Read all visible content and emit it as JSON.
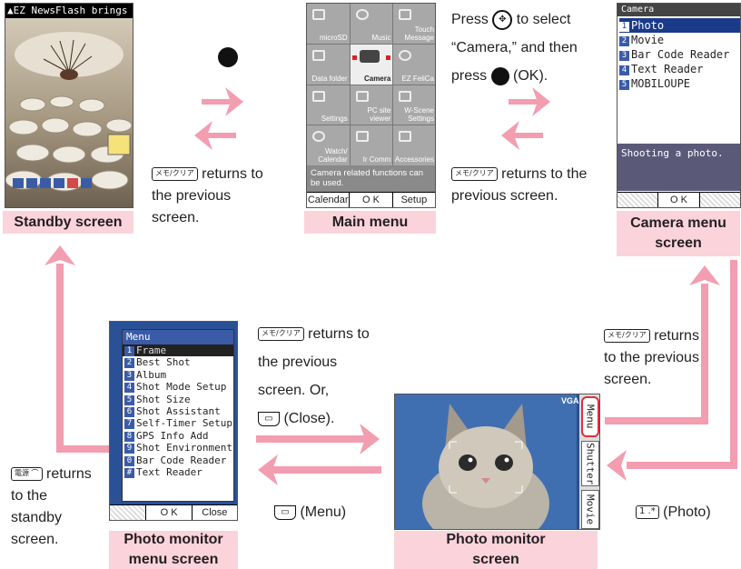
{
  "captions": {
    "standby": "Standby screen",
    "main_menu": "Main menu",
    "camera_menu": "Camera menu screen",
    "photo_monitor": "Photo monitor screen",
    "photo_menu": "Photo monitor menu screen"
  },
  "instructions": {
    "t1_rest": " returns to the previous screen.",
    "t2_press": "Press",
    "t2_rest1": " to select",
    "t2_camera": "“Camera,” and then",
    "t2_press2": "press",
    "t2_ok": " (OK).",
    "t3_rest": " returns to the previous screen.",
    "t4_rest": " returns to the previous screen.",
    "t5_a": " returns to",
    "t5_b": "the previous",
    "t5_c": "screen. Or,",
    "t5_d": " (Close).",
    "t6_menu": " (Menu)",
    "t7_photo": " (Photo)",
    "t8_a": " returns",
    "t8_b": "to the",
    "t8_c": "standby",
    "t8_d": "screen."
  },
  "keys": {
    "memo": "メモ/クリア",
    "photo_key": "1 .*",
    "power": "電源"
  },
  "standby": {
    "ticker": "▲EZ NewsFlash brings y"
  },
  "main_menu": {
    "cells": [
      "microSD",
      "Music",
      "Touch Message",
      "Data folder",
      "Camera",
      "EZ FeliCa",
      "Settings",
      "PC site viewer",
      "W-Scene Settings",
      "Watch/ Calendar",
      "Ir Comm",
      "Accessories"
    ],
    "info": "Camera related functions can be used.",
    "soft": [
      "Calendar",
      "O K",
      "Setup"
    ]
  },
  "camera_menu": {
    "title": "Camera",
    "items": [
      {
        "n": "1",
        "t": "Photo"
      },
      {
        "n": "2",
        "t": "Movie"
      },
      {
        "n": "3",
        "t": "Bar Code Reader"
      },
      {
        "n": "4",
        "t": "Text Reader"
      },
      {
        "n": "5",
        "t": "MOBILOUPE"
      }
    ],
    "status": "Shooting a photo.",
    "soft": "O K"
  },
  "photo_monitor": {
    "side": [
      "Menu",
      "Shutter",
      "Movie"
    ],
    "label": "VGA"
  },
  "photo_menu": {
    "title": "Menu",
    "items": [
      {
        "n": "1",
        "t": "Frame"
      },
      {
        "n": "2",
        "t": "Best Shot"
      },
      {
        "n": "3",
        "t": "Album"
      },
      {
        "n": "4",
        "t": "Shot Mode Setup"
      },
      {
        "n": "5",
        "t": "Shot Size"
      },
      {
        "n": "6",
        "t": "Shot Assistant"
      },
      {
        "n": "7",
        "t": "Self-Timer Setup"
      },
      {
        "n": "8",
        "t": "GPS Info Add"
      },
      {
        "n": "9",
        "t": "Shot Environment"
      },
      {
        "n": "0",
        "t": "Bar Code Reader"
      },
      {
        "n": "#",
        "t": "Text Reader"
      }
    ],
    "soft": [
      "O K",
      "Close"
    ]
  },
  "colors": {
    "arrow": "#f39db0",
    "caption_bg": "#fbd3db",
    "nav_blue": "#3a5ca8"
  }
}
